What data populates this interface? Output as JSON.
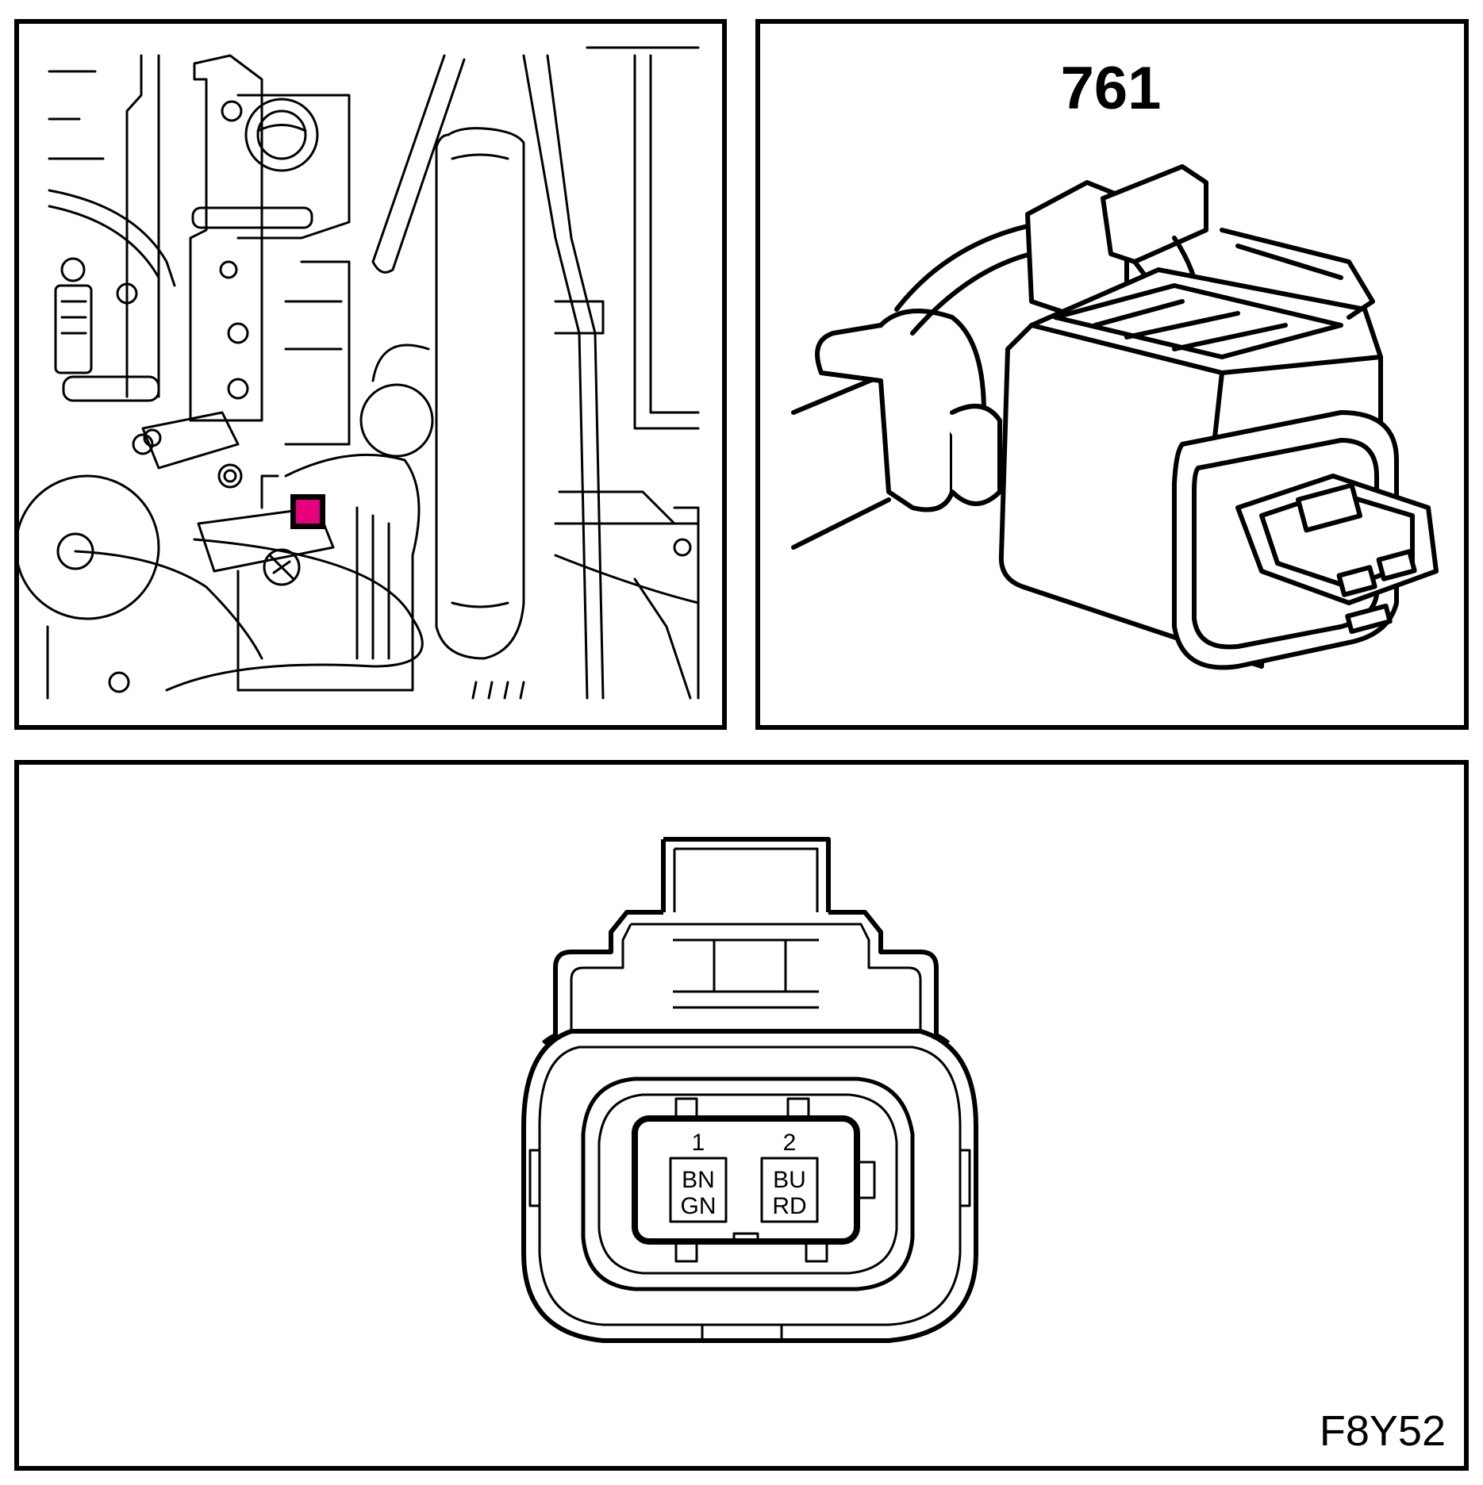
{
  "connector_id": "761",
  "figure_code": "F8Y52",
  "location_marker_color": "#e6007e",
  "pins": [
    {
      "number": "1",
      "wire_colors": [
        "BN",
        "GN"
      ]
    },
    {
      "number": "2",
      "wire_colors": [
        "BU",
        "RD"
      ]
    }
  ]
}
